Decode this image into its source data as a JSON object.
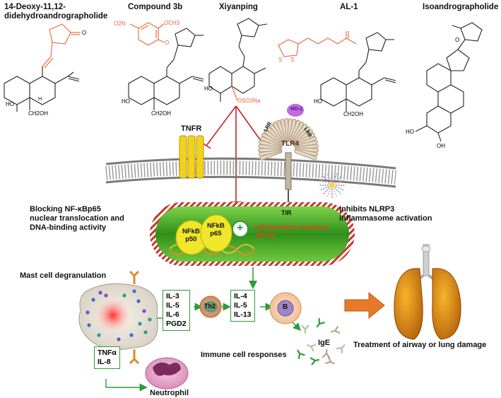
{
  "compounds": [
    {
      "name": "14-Deoxy-11,12-didehydroandrographolide",
      "line1": "14-Deoxy-11,12-",
      "line2": "didehydroandrographolide"
    },
    {
      "name": "Compound 3b"
    },
    {
      "name": "Xiyanping"
    },
    {
      "name": "AL-1"
    },
    {
      "name": "Isoandrographolide"
    }
  ],
  "chem_labels": {
    "ho1": "HO",
    "ch2oh1": "CH2OH",
    "h1": "H",
    "o2n": "O2N",
    "och3": "OCH3",
    "o_link": "O",
    "ho2": "HO",
    "ch2oh2": "CH2OH",
    "ho3": "HO",
    "oso3na": "OSO3Na",
    "s1": "S",
    "s2": "S",
    "ho4": "HO",
    "ch2oh4": "CH2OH",
    "ho5": "HO",
    "oh5": "OH",
    "o5": "O",
    "o_carbonyl": "O"
  },
  "receptors": {
    "tnfr": "TNFR",
    "tlr4": "TLR4",
    "md2": "MD-2",
    "tir": "TIR",
    "lrr_left": "LRR",
    "lrr_right": "LRR"
  },
  "texts": {
    "nfkb_block": [
      "Blocking NF-κBp65",
      "nuclear translocation and",
      "DNA-binding activity"
    ],
    "nlrp3": [
      "Inhibits NLRP3",
      "inflammasome activation"
    ],
    "nucleus": {
      "p50_a": "NFkB",
      "p50_b": "p50",
      "p65_a": "NFkB",
      "p65_b": "p65",
      "plus": "+",
      "genes_a": "Inflammatory-response",
      "genes_b": "genes"
    },
    "mast": "Mast cell degranulation",
    "cytokines1": [
      "IL-3",
      "IL-5",
      "IL-6",
      "PGD2"
    ],
    "th2": "Th2",
    "cytokines2": [
      "IL-4",
      "IL-5",
      "IL-13"
    ],
    "b_cell": "B",
    "ige": "IgE",
    "tnf": [
      "TNFα",
      "IL-8"
    ],
    "immune": "Immune cell responses",
    "neutrophil": "Neutrophil",
    "treatment": "Treatment of airway or lung damage"
  },
  "colors": {
    "orange": "#e8663a",
    "green": "#2e9a3a",
    "red": "#cc1f1f",
    "membrane": "#8a8a8a",
    "tnfr": "#f2d21b",
    "lung": "#d98a12"
  }
}
